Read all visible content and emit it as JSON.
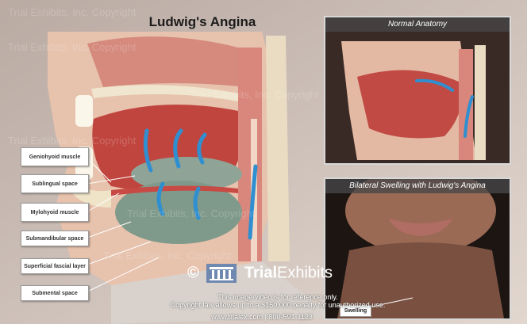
{
  "title": "Ludwig's Angina",
  "panels": {
    "normal": "Normal Anatomy",
    "swelling": "Bilateral Swelling with Ludwig's Angina"
  },
  "labels": [
    "Geniohyoid muscle",
    "Sublingual space",
    "Mylohyoid muscle",
    "Submandibular space",
    "Superficial fascial layer",
    "Submental space"
  ],
  "swelling_label": "Swelling",
  "watermark": "Trial Exhibits, Inc. Copyright",
  "logo": {
    "symbol": "©",
    "brand_bold": "Trial",
    "brand_regular": "Exhibits"
  },
  "notice_line1": "This image/video is for reference only.",
  "notice_line2": "Copyright law allows up to a $150,000 penalty for unauthorized use.",
  "footer": "www.trialex.com  |  800-591-1123",
  "colors": {
    "muscle": "#c0453f",
    "arrow": "#2f8fd0",
    "swollen_space": "#7f9a8a"
  }
}
